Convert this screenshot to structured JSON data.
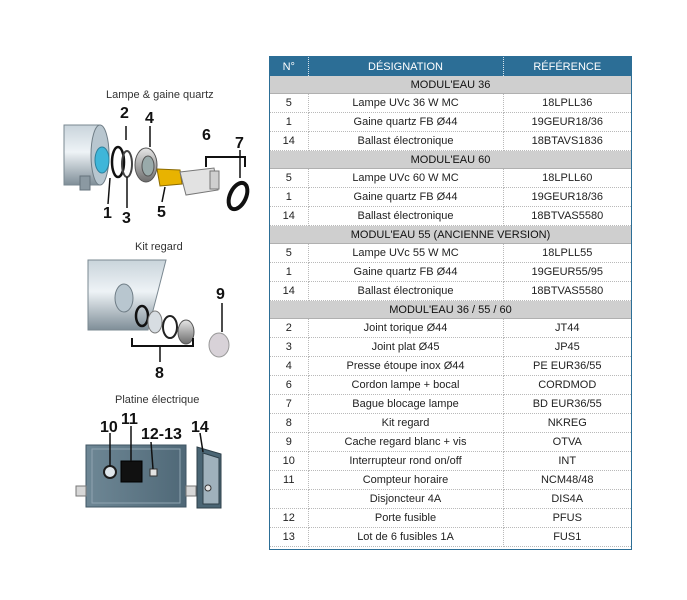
{
  "figures": {
    "lamp_caption": "Lampe & gaine quartz",
    "kit_caption": "Kit regard",
    "panel_caption": "Platine électrique"
  },
  "callouts": {
    "n1": "1",
    "n2": "2",
    "n3": "3",
    "n4": "4",
    "n5": "5",
    "n6": "6",
    "n7": "7",
    "n8": "8",
    "n9": "9",
    "n10": "10",
    "n11": "11",
    "n12_13": "12-13",
    "n14": "14"
  },
  "table": {
    "headers": {
      "number": "N°",
      "designation": "DÉSIGNATION",
      "reference": "RÉFÉRENCE"
    },
    "sections": [
      {
        "title": "MODUL'EAU 36",
        "rows": [
          {
            "n": "5",
            "designation": "Lampe UVc 36 W MC",
            "reference": "18LPLL36"
          },
          {
            "n": "1",
            "designation": "Gaine quartz FB Ø44",
            "reference": "19GEUR18/36"
          },
          {
            "n": "14",
            "designation": "Ballast électronique",
            "reference": "18BTAVS1836"
          }
        ]
      },
      {
        "title": "MODUL'EAU 60",
        "rows": [
          {
            "n": "5",
            "designation": "Lampe UVc 60 W MC",
            "reference": "18LPLL60"
          },
          {
            "n": "1",
            "designation": "Gaine quartz FB Ø44",
            "reference": "19GEUR18/36"
          },
          {
            "n": "14",
            "designation": "Ballast électronique",
            "reference": "18BTVAS5580"
          }
        ]
      },
      {
        "title": "MODUL'EAU 55 (ANCIENNE VERSION)",
        "rows": [
          {
            "n": "5",
            "designation": "Lampe UVc 55 W MC",
            "reference": "18LPLL55"
          },
          {
            "n": "1",
            "designation": "Gaine quartz FB Ø44",
            "reference": "19GEUR55/95"
          },
          {
            "n": "14",
            "designation": "Ballast électronique",
            "reference": "18BTVAS5580"
          }
        ]
      },
      {
        "title": "MODUL'EAU 36 / 55 / 60",
        "rows": [
          {
            "n": "2",
            "designation": "Joint torique Ø44",
            "reference": "JT44"
          },
          {
            "n": "3",
            "designation": "Joint plat Ø45",
            "reference": "JP45"
          },
          {
            "n": "4",
            "designation": "Presse étoupe inox Ø44",
            "reference": "PE EUR36/55"
          },
          {
            "n": "6",
            "designation": "Cordon lampe + bocal",
            "reference": "CORDMOD"
          },
          {
            "n": "7",
            "designation": "Bague blocage lampe",
            "reference": "BD EUR36/55"
          },
          {
            "n": "8",
            "designation": "Kit regard",
            "reference": "NKREG"
          },
          {
            "n": "9",
            "designation": "Cache regard blanc + vis",
            "reference": "OTVA"
          },
          {
            "n": "10",
            "designation": "Interrupteur rond on/off",
            "reference": "INT"
          },
          {
            "n": "11",
            "designation": "Compteur horaire",
            "reference": "NCM48/48"
          },
          {
            "n": "",
            "designation": "Disjoncteur 4A",
            "reference": "DIS4A"
          },
          {
            "n": "12",
            "designation": "Porte fusible",
            "reference": "PFUS"
          },
          {
            "n": "13",
            "designation": "Lot de 6 fusibles 1A",
            "reference": "FUS1"
          }
        ]
      }
    ]
  }
}
